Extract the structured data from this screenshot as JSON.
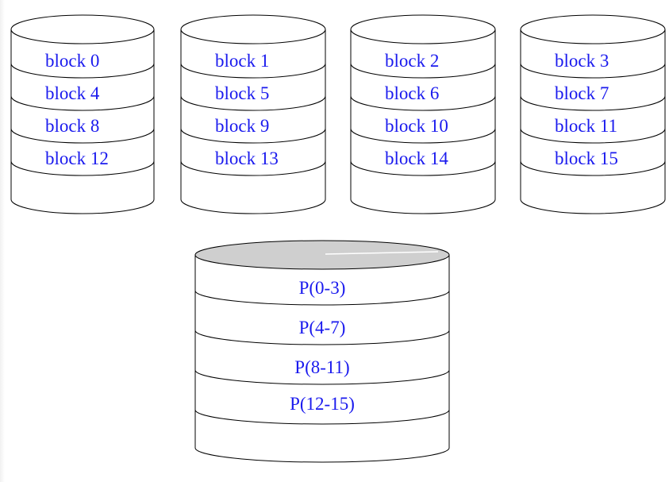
{
  "colors": {
    "label": "#1a1aee",
    "stroke": "#000000",
    "disk_fill": "#ffffff",
    "parity_top_fill": "#cfcfcf",
    "parity_top_highlight": "#ffffff"
  },
  "data_disks": [
    {
      "blocks": [
        "block 0",
        "block 4",
        "block 8",
        "block 12"
      ]
    },
    {
      "blocks": [
        "block 1",
        "block 5",
        "block 9",
        "block 13"
      ]
    },
    {
      "blocks": [
        "block 2",
        "block 6",
        "block 10",
        "block 14"
      ]
    },
    {
      "blocks": [
        "block 3",
        "block 7",
        "block 11",
        "block 15"
      ]
    }
  ],
  "parity_disk": {
    "blocks": [
      "P(0-3)",
      "P(4-7)",
      "P(8-11)",
      "P(12-15)"
    ]
  }
}
